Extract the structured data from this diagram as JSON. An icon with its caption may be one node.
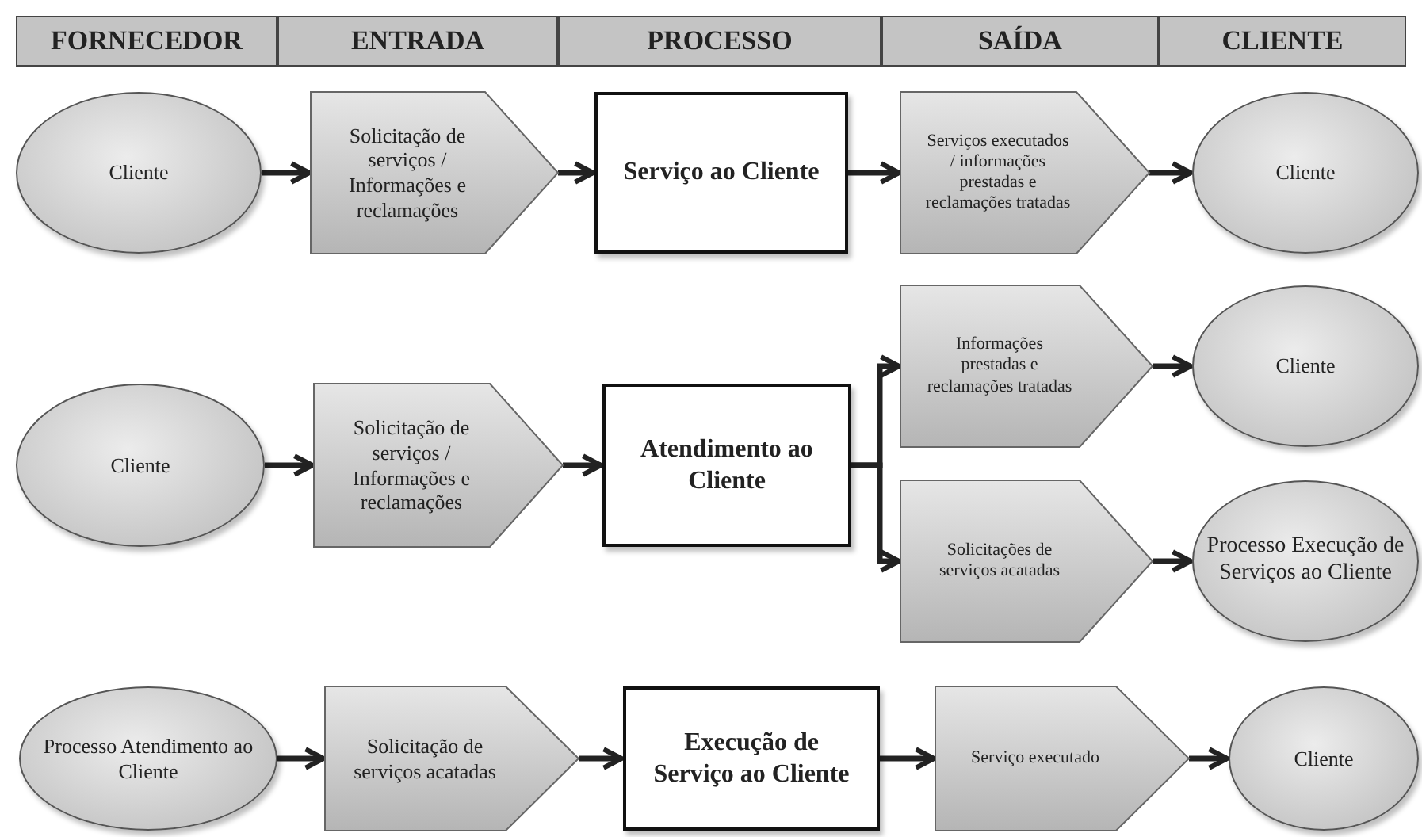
{
  "diagram": {
    "nodes": [
      {
        "text": [
          "FORNECEDOR"
        ]
      },
      {
        "text": [
          "ENTRADA"
        ]
      },
      {
        "text": [
          "PROCESSO"
        ]
      },
      {
        "text": [
          "SAÍDA"
        ]
      },
      {
        "text": [
          "CLIENTE"
        ]
      },
      {
        "text": [
          "Cliente"
        ]
      },
      {
        "text": [
          "Solicitação de serviços / Informações e reclamações"
        ]
      },
      {
        "text": [
          "Serviço ao Cliente"
        ]
      },
      {
        "text": [
          "Serviços executados / informações prestadas e reclamações tratadas"
        ]
      },
      {
        "text": [
          "Cliente"
        ]
      },
      {
        "text": [
          "Cliente"
        ]
      },
      {
        "text": [
          "Solicitação de serviços / Informações e reclamações"
        ]
      },
      {
        "text": [
          "Atendimento ao Cliente"
        ]
      },
      {
        "text": [
          "Informações prestadas e reclamações tratadas"
        ]
      },
      {
        "text": [
          "Cliente"
        ]
      },
      {
        "text": [
          "Solicitações de serviços acatadas"
        ]
      },
      {
        "text": [
          "Processo Execução de Serviços ao Cliente"
        ]
      },
      {
        "text": [
          "Processo Atendimento ao Cliente"
        ]
      },
      {
        "text": [
          "Solicitação de serviços acatadas"
        ]
      },
      {
        "text": [
          "Execução de Serviço ao Cliente"
        ]
      },
      {
        "text": [
          "Serviço executado"
        ]
      },
      {
        "text": [
          "Cliente"
        ]
      }
    ],
    "edges": [
      {
        "from": 5,
        "to": 6,
        "arrow": "to"
      },
      {
        "from": 6,
        "to": 7,
        "arrow": "to"
      },
      {
        "from": 7,
        "to": 8,
        "arrow": "to"
      },
      {
        "from": 8,
        "to": 9,
        "arrow": "to"
      },
      {
        "from": 10,
        "to": 11,
        "arrow": "to"
      },
      {
        "from": 11,
        "to": 12,
        "arrow": "to"
      },
      {
        "from": 12,
        "to": 13,
        "arrow": "to"
      },
      {
        "from": 12,
        "to": 15,
        "arrow": "to"
      },
      {
        "from": 13,
        "to": 14,
        "arrow": "to"
      },
      {
        "from": 15,
        "to": 16,
        "arrow": "to"
      },
      {
        "from": 17,
        "to": 18,
        "arrow": "to"
      },
      {
        "from": 18,
        "to": 19,
        "arrow": "to"
      },
      {
        "from": 19,
        "to": 20,
        "arrow": "to"
      },
      {
        "from": 20,
        "to": 21,
        "arrow": "to"
      }
    ]
  }
}
